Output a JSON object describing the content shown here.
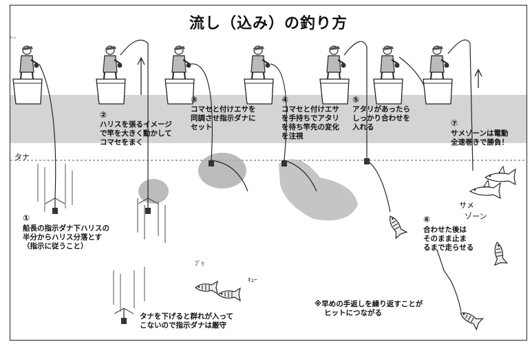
{
  "title": "流し（込み）の釣り方",
  "corner_mark": "b.a",
  "tana_label": "タナ",
  "same_zone_label": [
    "サメ",
    "ゾーン"
  ],
  "steps": [
    {
      "num": "①",
      "lines": [
        "船長の指示ダナ下ハリスの",
        "半分からハリス分落とす",
        "（指示に従うこと）"
      ]
    },
    {
      "num": "②",
      "lines": [
        "ハリスを張るイメージ",
        "で竿を大きく動かして",
        "コマセをまく"
      ]
    },
    {
      "num": "③",
      "lines": [
        "コマセと付けエサを",
        "同調させ指示ダナに",
        "セット"
      ]
    },
    {
      "num": "④",
      "lines": [
        "コマセと付けエサ",
        "を手持ちでアタリ",
        "を待ち竿先の変化",
        "を注視"
      ]
    },
    {
      "num": "⑤",
      "lines": [
        "アタリがあったら",
        "しっかり合わせを",
        "入れる"
      ]
    },
    {
      "num": "⑥",
      "lines": [
        "合わせた後は",
        "そのまま止ま",
        "るまで走らせる"
      ]
    },
    {
      "num": "⑦",
      "lines": [
        "サメゾーンは電動",
        "全速巻きで勝負！"
      ]
    }
  ],
  "warning_lines": [
    "タナを下げると群れが入って",
    "こないので指示ダナは厳守"
  ],
  "tip_lines": [
    "※早めの手返しを繰り返すことが",
    "ヒットにつながる"
  ],
  "fish_sounds": [
    "ﾌﾞｩ",
    "ｷｭｰ"
  ]
}
